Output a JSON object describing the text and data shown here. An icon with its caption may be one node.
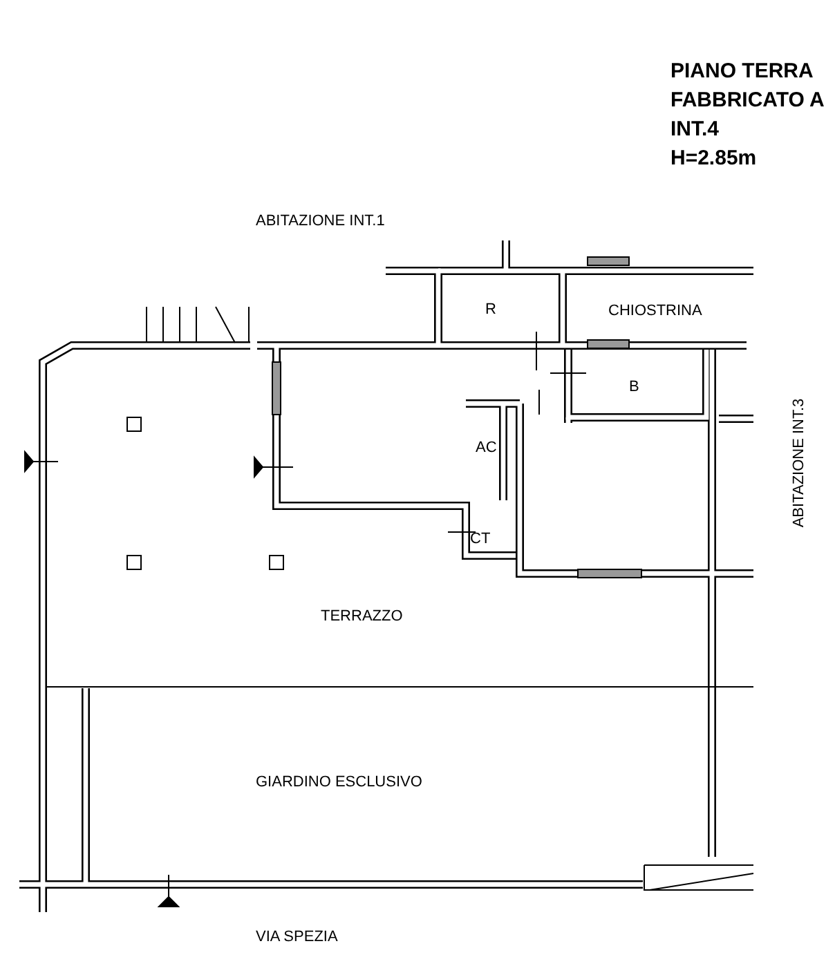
{
  "diagram": {
    "labels": [
      "PIANO TERRA",
      "FABBRICATO A",
      "INT.4",
      "H=2.85m",
      "ABITAZIONE INT.1",
      "R",
      "CHIOSTRINA",
      "B",
      "ABITAZIONE INT.3",
      "AC",
      "CT",
      "TERRAZZO",
      "GIARDINO ESCLUSIVO",
      "VIA SPEZIA"
    ]
  }
}
